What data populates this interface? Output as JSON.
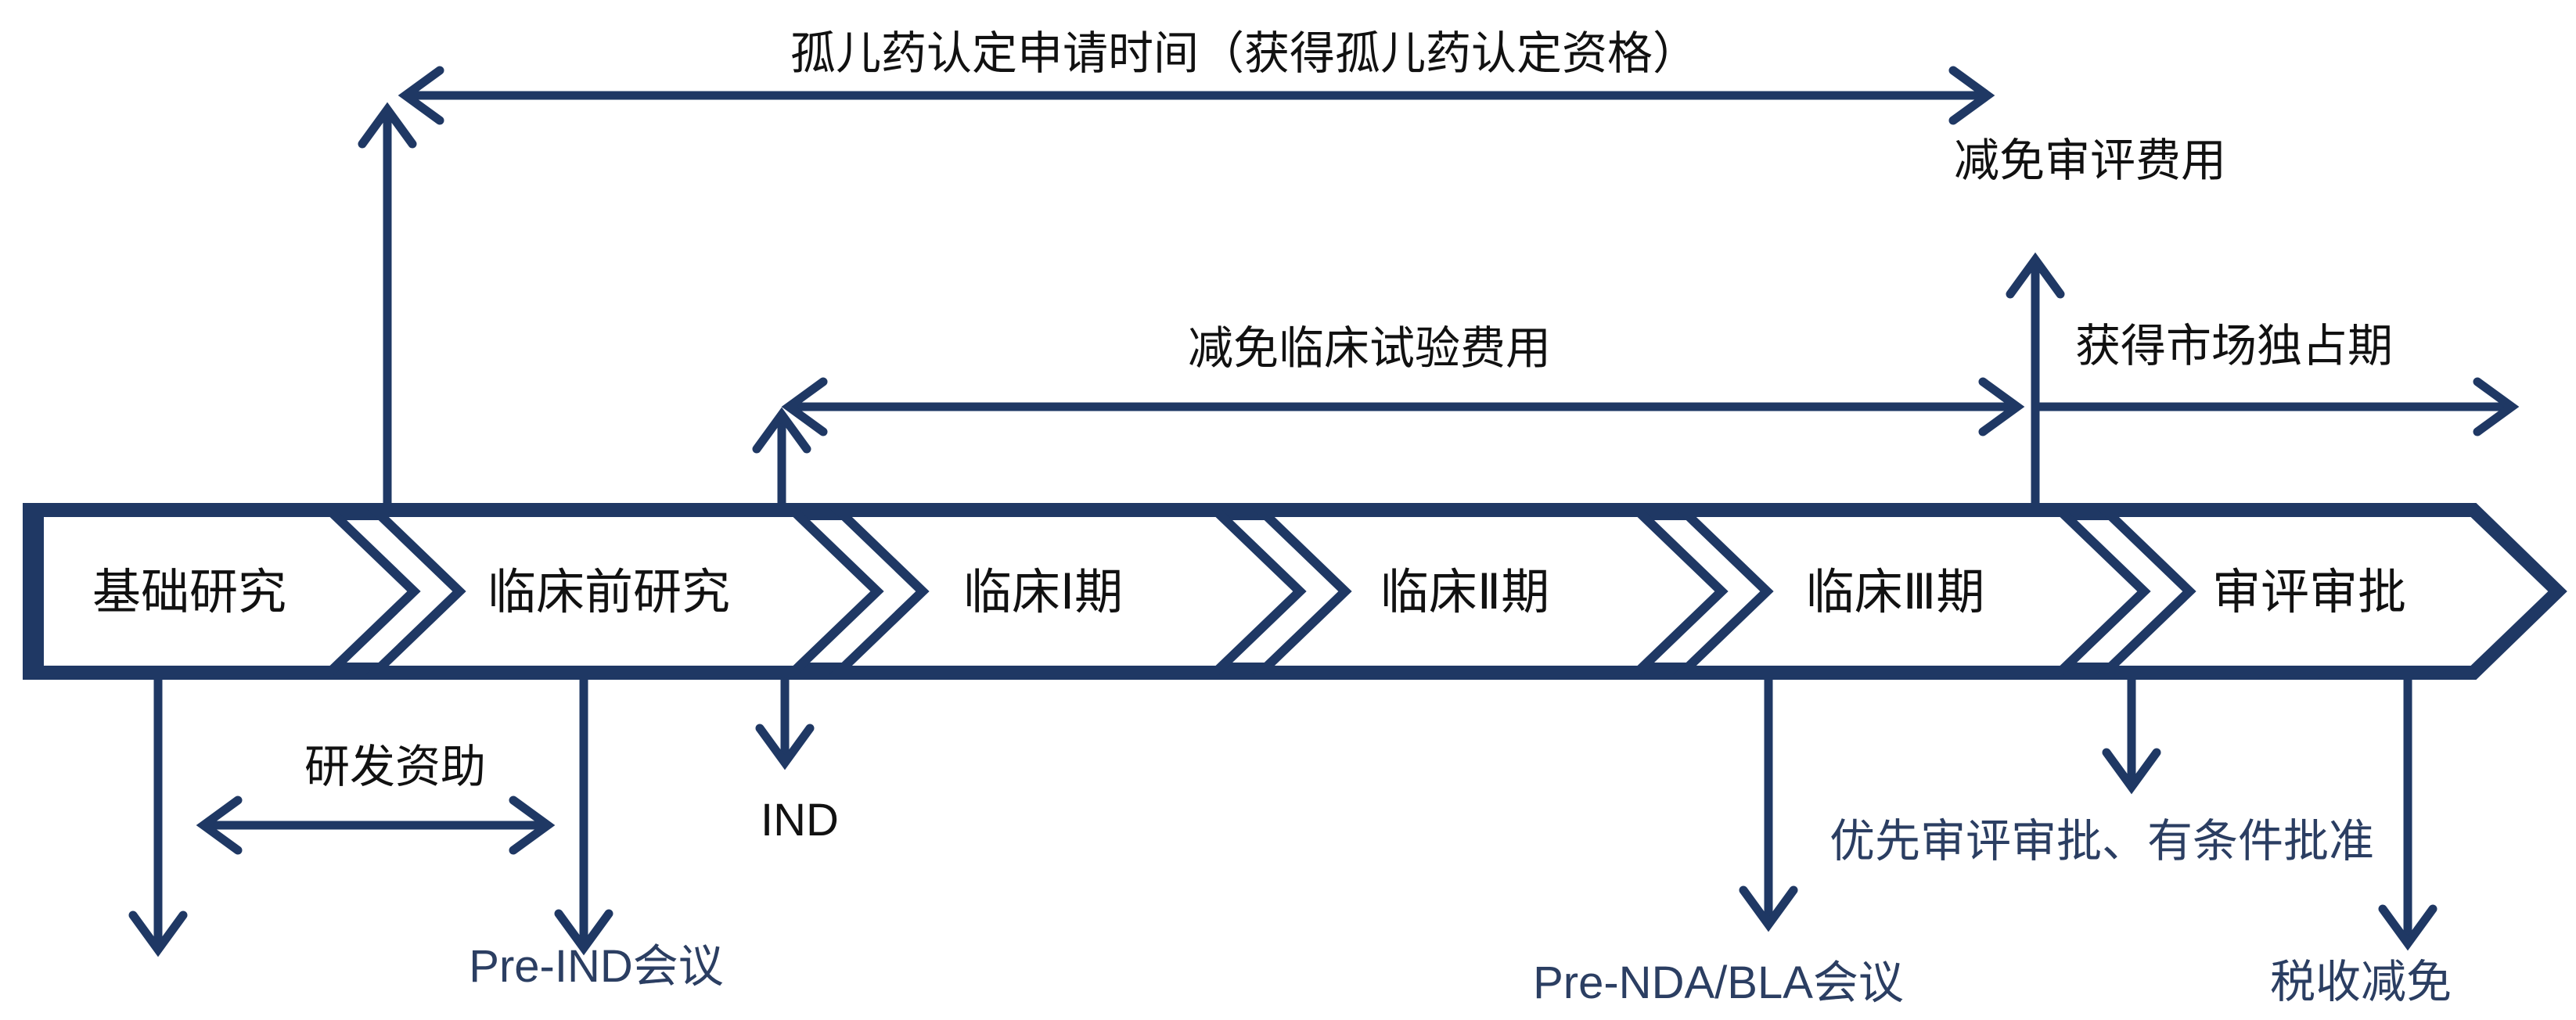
{
  "diagram": {
    "title": "孤儿药认定申请时间（获得孤儿药认定资格）",
    "stages": [
      "基础研究",
      "临床前研究",
      "临床Ⅰ期",
      "临床Ⅱ期",
      "临床Ⅲ期",
      "审评审批"
    ],
    "benefits": {
      "review_fee_waiver": "减免审评费用",
      "clinical_trial_fee_waiver": "减免临床试验费用",
      "market_exclusivity": "获得市场独占期",
      "rd_funding": "研发资助",
      "priority_review": "优先审评审批、有条件批准",
      "tax_relief": "税收减免"
    },
    "milestones": {
      "ind": "IND",
      "pre_ind_meeting": "Pre-IND会议",
      "pre_nda_bla_meeting": "Pre-NDA/BLA会议"
    },
    "colors": {
      "arrow_navy": "#1f3864",
      "label_navy": "#2b3e62",
      "label_black": "#111111"
    }
  }
}
